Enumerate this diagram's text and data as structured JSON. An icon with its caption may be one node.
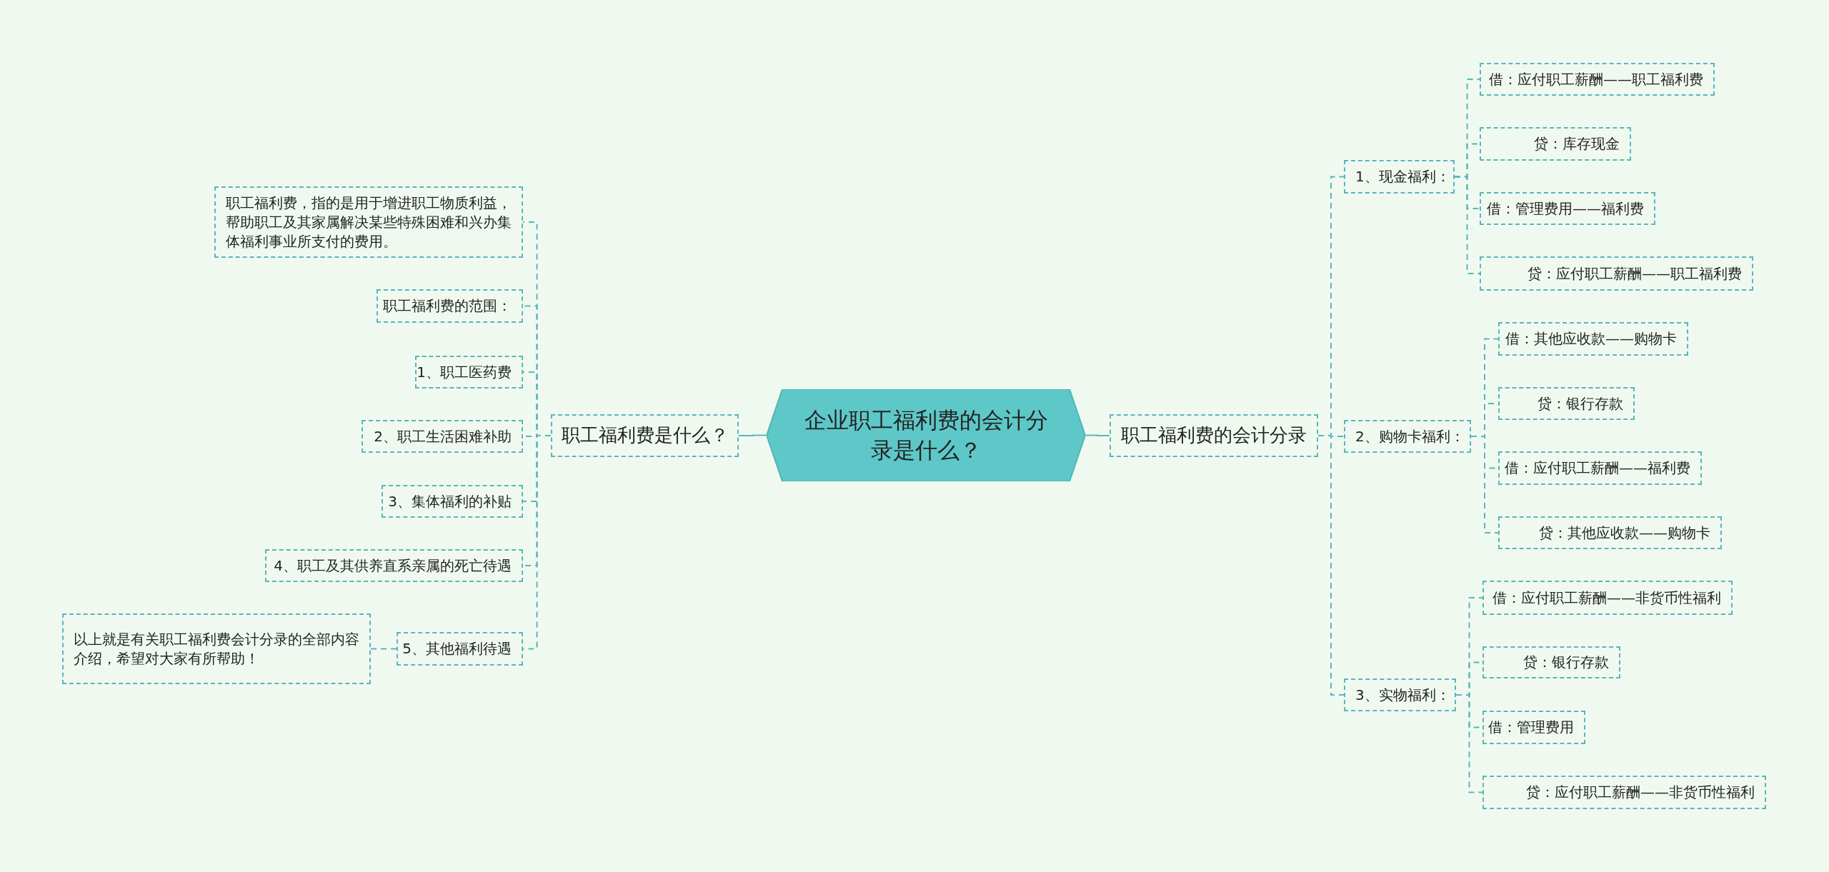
{
  "diagram": {
    "nodes": [
      {
        "text": [
          "企业职工福利费的会计分录是什么？"
        ]
      },
      {
        "text": [
          "职工福利费是什么？"
        ]
      },
      {
        "text": [
          "职工福利费，指的是用于增进职工物质利益，帮助职工及其家属解决某些特殊困难和兴办集体福利事业所支付的费用。"
        ]
      },
      {
        "text": [
          "职工福利费的范围："
        ]
      },
      {
        "text": [
          "1、职工医药费"
        ]
      },
      {
        "text": [
          "2、职工生活困难补助"
        ]
      },
      {
        "text": [
          "3、集体福利的补贴"
        ]
      },
      {
        "text": [
          "4、职工及其供养直系亲属的死亡待遇"
        ]
      },
      {
        "text": [
          "5、其他福利待遇"
        ]
      },
      {
        "text": [
          "以上就是有关职工福利费会计分录的全部内容介绍，希望对大家有所帮助！"
        ]
      },
      {
        "text": [
          "职工福利费的会计分录"
        ]
      },
      {
        "text": [
          "1、现金福利："
        ]
      },
      {
        "text": [
          "借：应付职工薪酬——职工福利费"
        ]
      },
      {
        "text": [
          "贷：库存现金"
        ]
      },
      {
        "text": [
          "借：管理费用——福利费"
        ]
      },
      {
        "text": [
          "贷：应付职工薪酬——职工福利费"
        ]
      },
      {
        "text": [
          "2、购物卡福利："
        ]
      },
      {
        "text": [
          "借：其他应收款——购物卡"
        ]
      },
      {
        "text": [
          "贷：银行存款"
        ]
      },
      {
        "text": [
          "借：应付职工薪酬——福利费"
        ]
      },
      {
        "text": [
          "贷：其他应收款——购物卡"
        ]
      },
      {
        "text": [
          "3、实物福利："
        ]
      },
      {
        "text": [
          "借：应付职工薪酬——非货币性福利"
        ]
      },
      {
        "text": [
          "贷：银行存款"
        ]
      },
      {
        "text": [
          "借：管理费用"
        ]
      },
      {
        "text": [
          "贷：应付职工薪酬——非货币性福利"
        ]
      }
    ],
    "edges": [
      {
        "from": 0,
        "to": 1,
        "arrow": "none"
      },
      {
        "from": 0,
        "to": 10,
        "arrow": "none"
      },
      {
        "from": 1,
        "to": 2,
        "arrow": "none",
        "style": "dashed"
      },
      {
        "from": 1,
        "to": 3,
        "arrow": "none",
        "style": "dashed"
      },
      {
        "from": 1,
        "to": 4,
        "arrow": "none",
        "style": "dashed"
      },
      {
        "from": 1,
        "to": 5,
        "arrow": "none",
        "style": "dashed"
      },
      {
        "from": 1,
        "to": 6,
        "arrow": "none",
        "style": "dashed"
      },
      {
        "from": 1,
        "to": 7,
        "arrow": "none",
        "style": "dashed"
      },
      {
        "from": 1,
        "to": 8,
        "arrow": "none",
        "style": "dashed"
      },
      {
        "from": 8,
        "to": 9,
        "arrow": "none",
        "style": "dashed"
      },
      {
        "from": 10,
        "to": 11,
        "arrow": "none",
        "style": "dashed"
      },
      {
        "from": 10,
        "to": 16,
        "arrow": "none",
        "style": "dashed"
      },
      {
        "from": 10,
        "to": 21,
        "arrow": "none",
        "style": "dashed"
      },
      {
        "from": 11,
        "to": 12,
        "arrow": "none",
        "style": "dashed"
      },
      {
        "from": 11,
        "to": 13,
        "arrow": "none",
        "style": "dashed"
      },
      {
        "from": 11,
        "to": 14,
        "arrow": "none",
        "style": "dashed"
      },
      {
        "from": 11,
        "to": 15,
        "arrow": "none",
        "style": "dashed"
      },
      {
        "from": 16,
        "to": 17,
        "arrow": "none",
        "style": "dashed"
      },
      {
        "from": 16,
        "to": 18,
        "arrow": "none",
        "style": "dashed"
      },
      {
        "from": 16,
        "to": 19,
        "arrow": "none",
        "style": "dashed"
      },
      {
        "from": 16,
        "to": 20,
        "arrow": "none",
        "style": "dashed"
      },
      {
        "from": 21,
        "to": 22,
        "arrow": "none",
        "style": "dashed"
      },
      {
        "from": 21,
        "to": 23,
        "arrow": "none",
        "style": "dashed"
      },
      {
        "from": 21,
        "to": 24,
        "arrow": "none",
        "style": "dashed"
      },
      {
        "from": 21,
        "to": 25,
        "arrow": "none",
        "style": "dashed"
      }
    ]
  }
}
